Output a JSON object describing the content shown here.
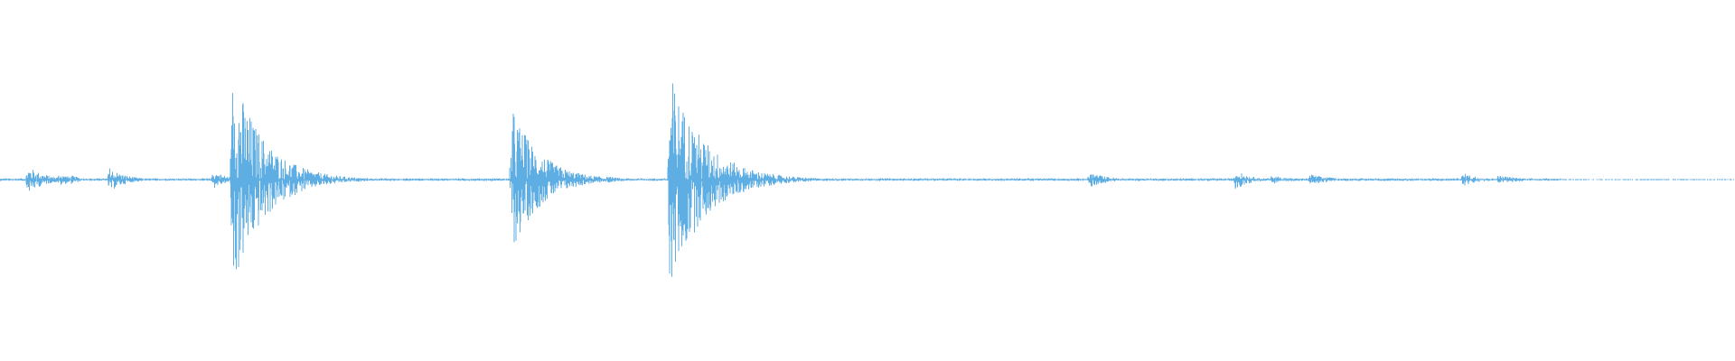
{
  "waveform": {
    "color": "#5eaee3",
    "background": "#ffffff",
    "baseline_amplitude": 0.012,
    "noise_floor": 0.006,
    "events": [
      {
        "time": 0.016,
        "peak": 0.12,
        "decay": 0.01
      },
      {
        "time": 0.034,
        "peak": 0.06,
        "decay": 0.008
      },
      {
        "time": 0.041,
        "peak": 0.04,
        "decay": 0.006
      },
      {
        "time": 0.063,
        "peak": 0.11,
        "decay": 0.009
      },
      {
        "time": 0.123,
        "peak": 0.08,
        "decay": 0.008
      },
      {
        "time": 0.134,
        "peak": 1.0,
        "decay": 0.018
      },
      {
        "time": 0.295,
        "peak": 0.65,
        "decay": 0.016
      },
      {
        "time": 0.35,
        "peak": 0.03,
        "decay": 0.01
      },
      {
        "time": 0.386,
        "peak": 0.95,
        "decay": 0.02
      },
      {
        "time": 0.628,
        "peak": 0.07,
        "decay": 0.01
      },
      {
        "time": 0.712,
        "peak": 0.09,
        "decay": 0.008
      },
      {
        "time": 0.733,
        "peak": 0.04,
        "decay": 0.01
      },
      {
        "time": 0.755,
        "peak": 0.05,
        "decay": 0.012
      },
      {
        "time": 0.843,
        "peak": 0.06,
        "decay": 0.01
      },
      {
        "time": 0.863,
        "peak": 0.04,
        "decay": 0.014
      }
    ],
    "quiet_from": 0.9
  }
}
